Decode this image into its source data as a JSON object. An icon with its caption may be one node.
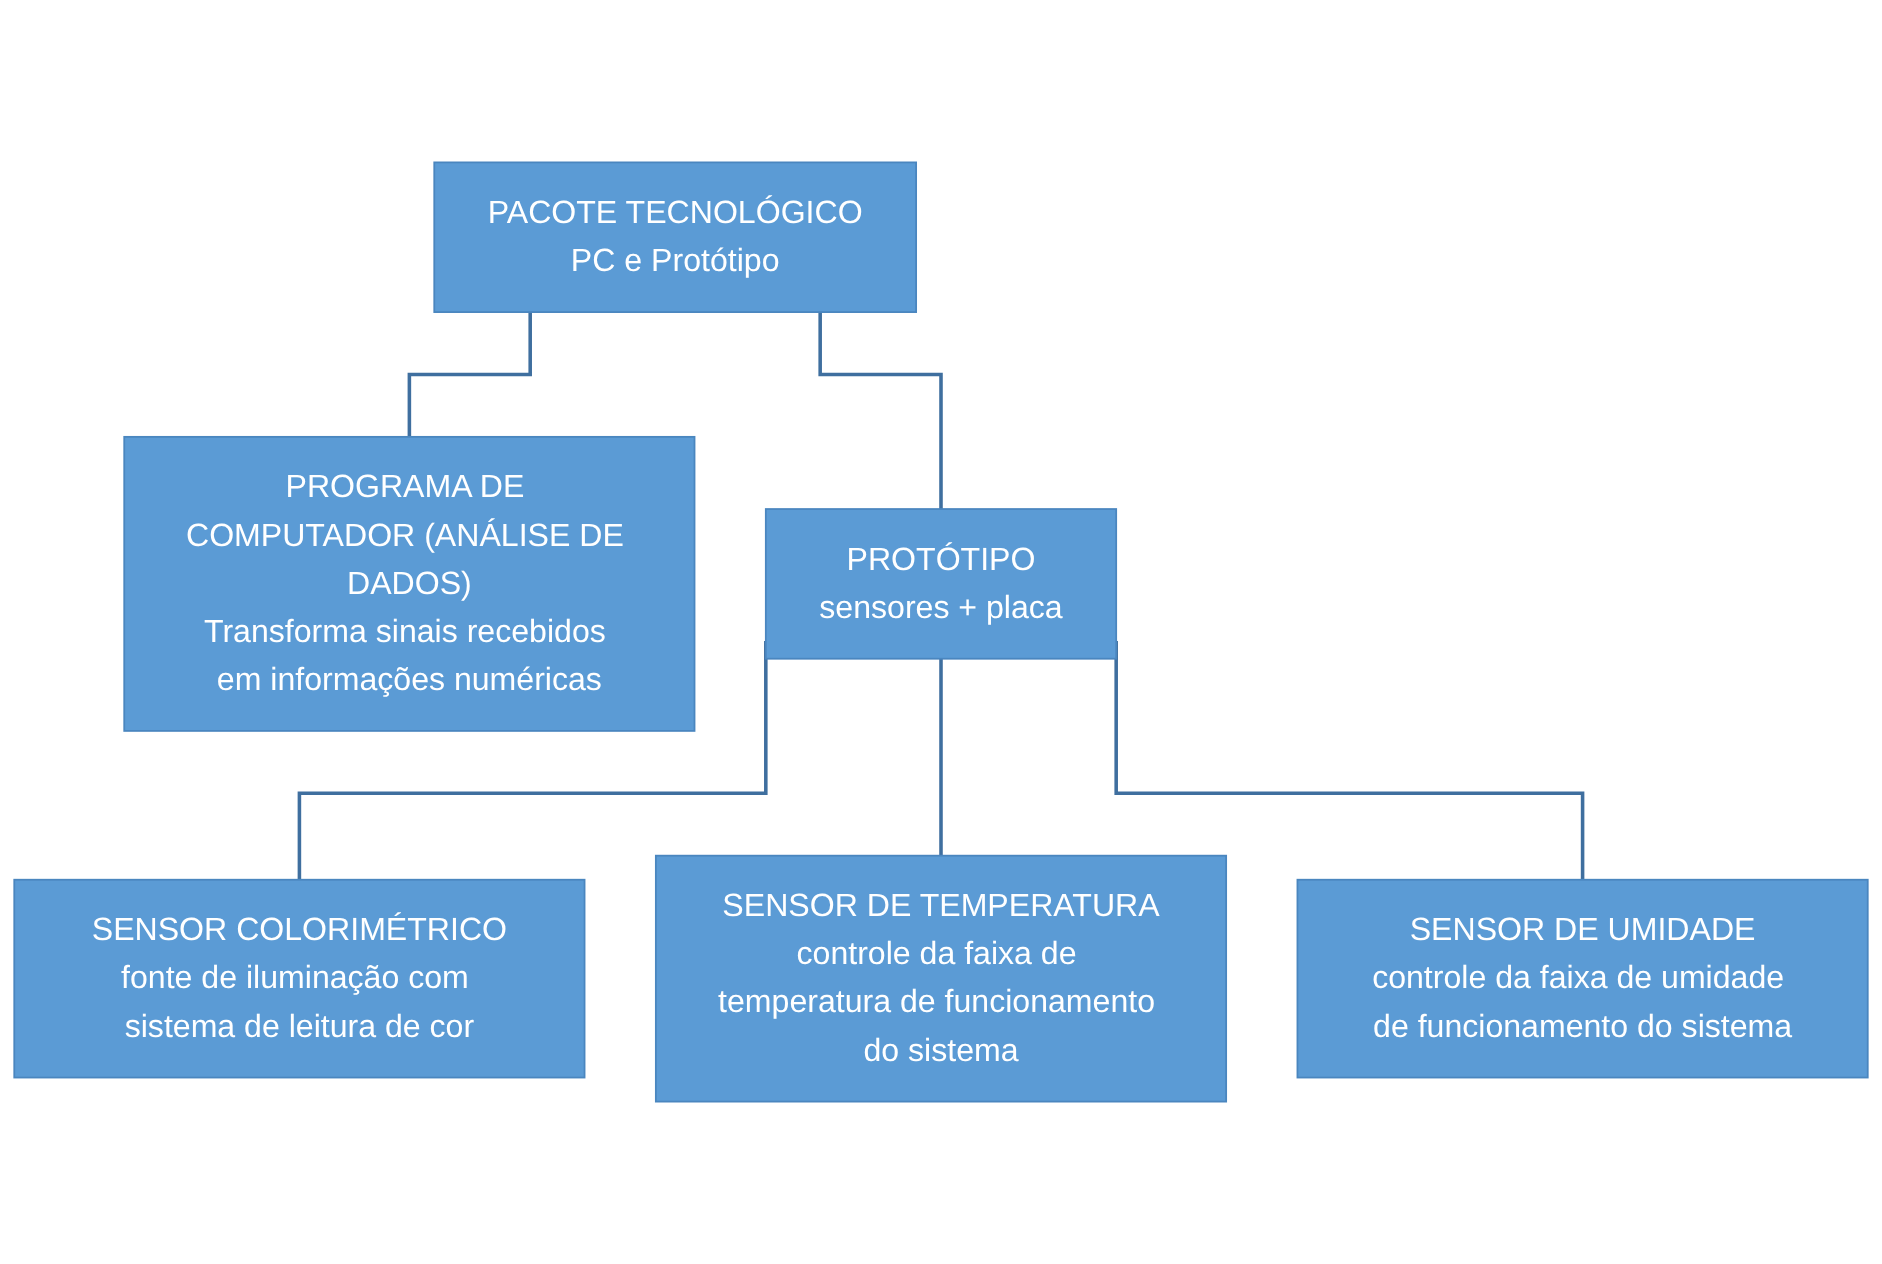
{
  "diagram": {
    "nodes": [
      {
        "text": [
          "PACOTE TECNOLÓGICO",
          "PC e Protótipo"
        ]
      },
      {
        "text": [
          "PROGRAMA DE COMPUTADOR (ANÁLISE DE DADOS)",
          "Transforma sinais recebidos em informações numéricas"
        ]
      },
      {
        "text": [
          "PROTÓTIPO",
          "sensores + placa"
        ]
      },
      {
        "text": [
          "SENSOR COLORIMÉTRICO",
          "fonte de iluminação com sistema de leitura de cor"
        ]
      },
      {
        "text": [
          "SENSOR DE TEMPERATURA",
          "controle da faixa de temperatura de funcionamento do sistema"
        ]
      },
      {
        "text": [
          "SENSOR DE UMIDADE",
          "controle da faixa de umidade de funcionamento do sistema"
        ]
      }
    ],
    "edges": [
      {
        "from": 0,
        "to": 1,
        "arrow": "none"
      },
      {
        "from": 0,
        "to": 2,
        "arrow": "none"
      },
      {
        "from": 2,
        "to": 3,
        "arrow": "none"
      },
      {
        "from": 2,
        "to": 4,
        "arrow": "none"
      },
      {
        "from": 2,
        "to": 5,
        "arrow": "none"
      }
    ]
  }
}
